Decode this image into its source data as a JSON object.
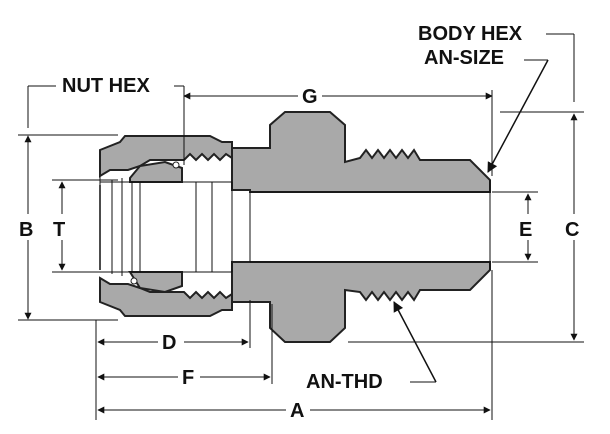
{
  "labels": {
    "nut_hex": "NUT HEX",
    "body_hex": "BODY HEX",
    "an_size": "AN-SIZE",
    "an_thd": "AN-THD"
  },
  "dimensions": {
    "a": "A",
    "b": "B",
    "c": "C",
    "d": "D",
    "e": "E",
    "f": "F",
    "g": "G",
    "t": "T"
  }
}
